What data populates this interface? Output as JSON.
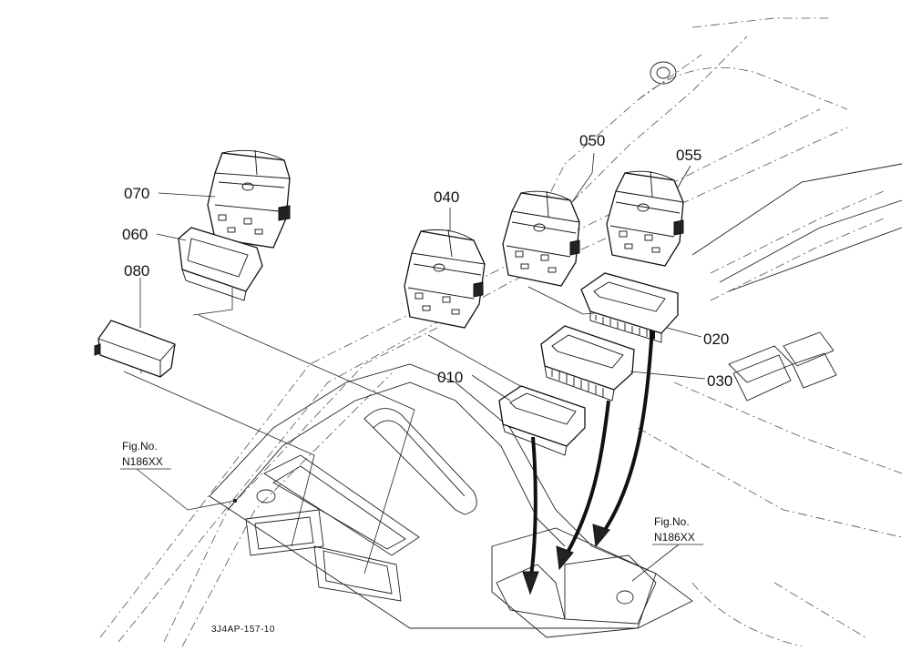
{
  "parts": {
    "p010": "010",
    "p020": "020",
    "p030": "030",
    "p040": "040",
    "p050": "050",
    "p055": "055",
    "p060": "060",
    "p070": "070",
    "p080": "080"
  },
  "figref_left": {
    "line1": "Fig.No.",
    "line2": "N186XX"
  },
  "figref_right": {
    "line1": "Fig.No.",
    "line2": "N186XX"
  },
  "drawing_code": "3J4AP-157-10"
}
